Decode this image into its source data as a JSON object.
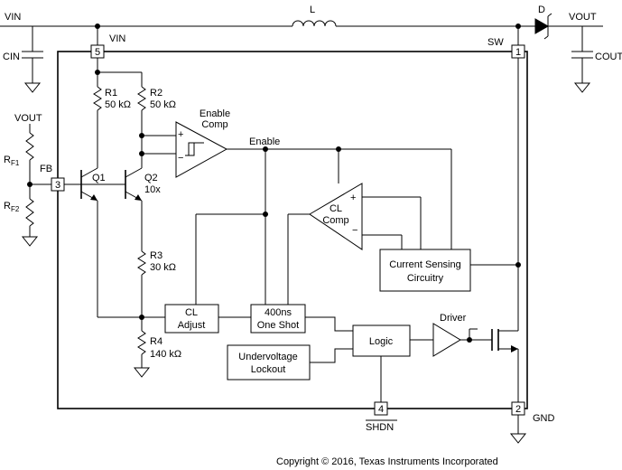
{
  "labels": {
    "vin_top": "VIN",
    "cin": "CIN",
    "inductor": "L",
    "diode": "D",
    "vout_top": "VOUT",
    "cout": "COUT",
    "pin_vin": "VIN",
    "pin_sw": "SW",
    "pin_gnd": "GND",
    "pin_fb": "FB",
    "pin_shdn": "SHDN",
    "vout_left": "VOUT",
    "rf1_main": "R",
    "rf1_sub": "F1",
    "rf2_main": "R",
    "rf2_sub": "F2",
    "r1_name": "R1",
    "r1_value": "50 kΩ",
    "r2_name": "R2",
    "r2_value": "50 kΩ",
    "r3_name": "R3",
    "r3_value": "30 kΩ",
    "r4_name": "R4",
    "r4_value": "140 kΩ",
    "q1_name": "Q1",
    "q2_name": "Q2",
    "q2_ratio": "10x",
    "enable_comp_line1": "Enable",
    "enable_comp_line2": "Comp",
    "enable_net": "Enable",
    "cl_comp_line1": "CL",
    "cl_comp_line2": "Comp",
    "driver": "Driver",
    "plus": "+",
    "minus": "−",
    "copyright": "Copyright © 2016, Texas Instruments Incorporated"
  },
  "pins": {
    "vin": "5",
    "sw": "1",
    "fb": "3",
    "shdn": "4",
    "gnd": "2"
  },
  "blocks": {
    "current_sense_line1": "Current Sensing",
    "current_sense_line2": "Circuitry",
    "cl_adjust_line1": "CL",
    "cl_adjust_line2": "Adjust",
    "one_shot_line1": "400ns",
    "one_shot_line2": "One Shot",
    "logic": "Logic",
    "uvlo_line1": "Undervoltage",
    "uvlo_line2": "Lockout"
  }
}
